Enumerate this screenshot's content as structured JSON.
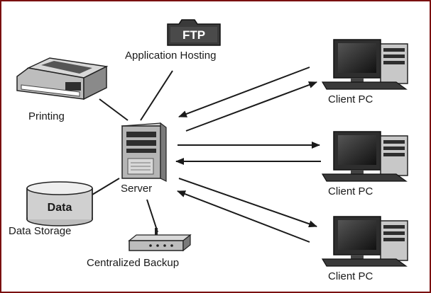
{
  "diagram": {
    "nodes": {
      "ftp": {
        "badge": "FTP",
        "label": "Application Hosting"
      },
      "printing": {
        "label": "Printing"
      },
      "server": {
        "label": "Server"
      },
      "data": {
        "badge": "Data",
        "label": "Data Storage"
      },
      "backup": {
        "label": "Centralized Backup"
      },
      "client1": {
        "label": "Client PC"
      },
      "client2": {
        "label": "Client PC"
      },
      "client3": {
        "label": "Client PC"
      }
    }
  },
  "colors": {
    "frame": "#7a1010",
    "ink": "#1a1a1a",
    "device_dark": "#2e2e2e",
    "device_mid": "#8a8a8a",
    "device_light": "#d8d8d8"
  }
}
